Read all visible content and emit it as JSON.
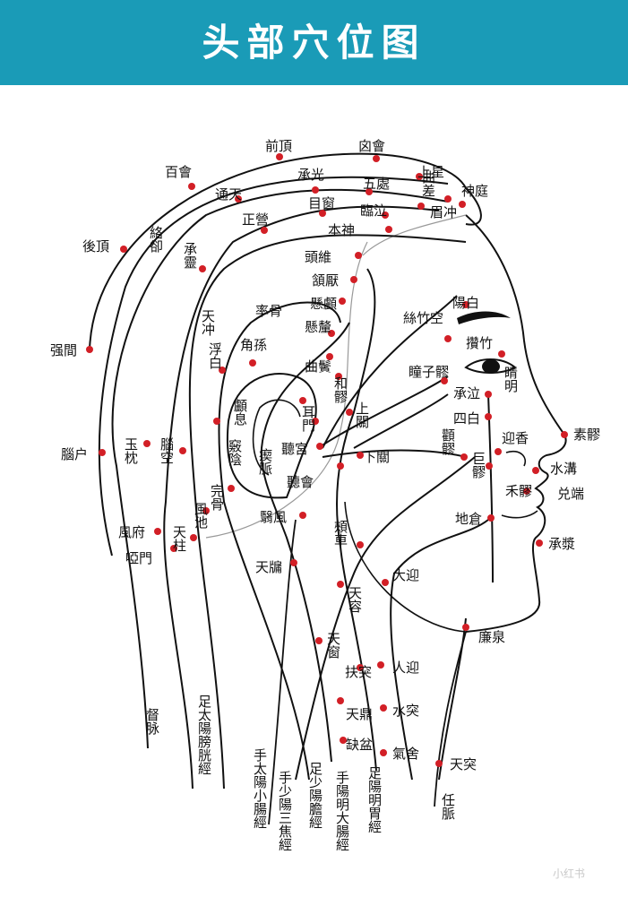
{
  "title": "头部穴位图",
  "colors": {
    "header": "#1a9bb7",
    "point": "#d21f26",
    "line": "#111111"
  },
  "points": {
    "qianding": "前頂",
    "xinhui": "囟會",
    "baihui": "百會",
    "chengguang": "承光",
    "shangxing": "上星",
    "wuchu": "五處",
    "qucha": "曲差",
    "shenting": "神庭",
    "tongtian": "通天",
    "mouchuang": "目窗",
    "linqi": "臨泣",
    "meichong": "眉冲",
    "houding": "後頂",
    "luoque": "絡卻",
    "zhengying": "正營",
    "benshen": "本神",
    "chengling": "承靈",
    "touwei": "頭維",
    "hanyan": "頷厭",
    "xuanlu": "懸顱",
    "xuanli": "懸釐",
    "yangbai": "陽白",
    "sizhukong": "絲竹空",
    "tianchong": "天冲",
    "shuaigu": "率骨",
    "jiaosun": "角孫",
    "zanzhu": "攢竹",
    "fubai": "浮白",
    "qubin": "曲鬢",
    "heliao": "和髎",
    "tongziliao": "瞳子髎",
    "jingming": "睛明",
    "qiangjian": "强間",
    "luxi": "顱息",
    "ermen": "耳門",
    "shangguan": "上關",
    "chengqi": "承泣",
    "sibai": "四白",
    "naohu": "腦户",
    "yuzhen": "玉枕",
    "naokong": "腦空",
    "qiaoyin": "竅陰",
    "chimai": "瘈脈",
    "tinggong": "聽宮",
    "xiaguan": "下關",
    "quanliao": "顴髎",
    "yingxiang": "迎香",
    "suliao": "素髎",
    "juliao": "巨髎",
    "shuigou": "水溝",
    "heliao2": "禾髎",
    "duiduan": "兑端",
    "fengchi": "風池",
    "wangu": "完骨",
    "tinghui": "聽會",
    "dicang": "地倉",
    "fengfu": "風府",
    "tianzhu": "天柱",
    "yamen": "啞門",
    "yifeng": "翳風",
    "jiache": "頰車",
    "chengjiang": "承漿",
    "tianyou": "天牖",
    "daying": "大迎",
    "tianrong": "天容",
    "lianquan": "廉泉",
    "tianchuang": "天窗",
    "futu": "扶突",
    "renying": "人迎",
    "tianding": "天鼎",
    "shuitu": "水突",
    "quepen": "缺盆",
    "qishe": "氣舍",
    "tiantu": "天突"
  },
  "meridians": {
    "du": "督脉",
    "bladder": "足太陽膀胱經",
    "small_intestine": "手太陽小腸經",
    "sanjiao": "手少陽三焦經",
    "gallbladder": "足少陽膽經",
    "large_intestine": "手陽明大腸經",
    "stomach": "足陽明胃經",
    "ren": "任脈"
  },
  "watermark": "小红书"
}
